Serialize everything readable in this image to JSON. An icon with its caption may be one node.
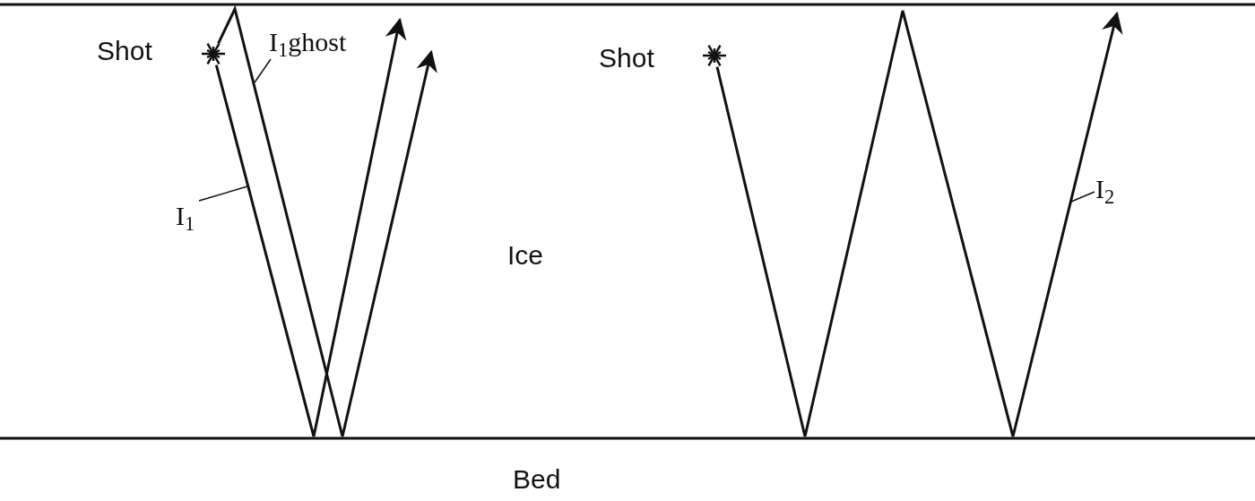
{
  "diagram": {
    "nodes": [
      {
        "text": [],
        "shape": "star",
        "beside": [
          "Shot"
        ]
      },
      {
        "text": [
          "I$_{1}$ghost"
        ]
      },
      {
        "text": [
          "I$_{1}$"
        ]
      },
      {
        "text": [],
        "shape": "star",
        "beside": [
          "Shot"
        ]
      },
      {
        "text": [
          "I$_{2}$"
        ]
      }
    ],
    "edges": [
      {
        "from": 0,
        "to": null,
        "arrow": "to"
      },
      {
        "from": 0,
        "to": null,
        "arrow": "to"
      },
      {
        "from": 3,
        "to": null,
        "arrow": "to"
      },
      {
        "from": 1,
        "to": null,
        "arrow": "none"
      },
      {
        "from": 2,
        "to": null,
        "arrow": "none"
      },
      {
        "from": 4,
        "to": null,
        "arrow": "none"
      }
    ],
    "labels": [
      "Ice",
      "Bed"
    ]
  }
}
